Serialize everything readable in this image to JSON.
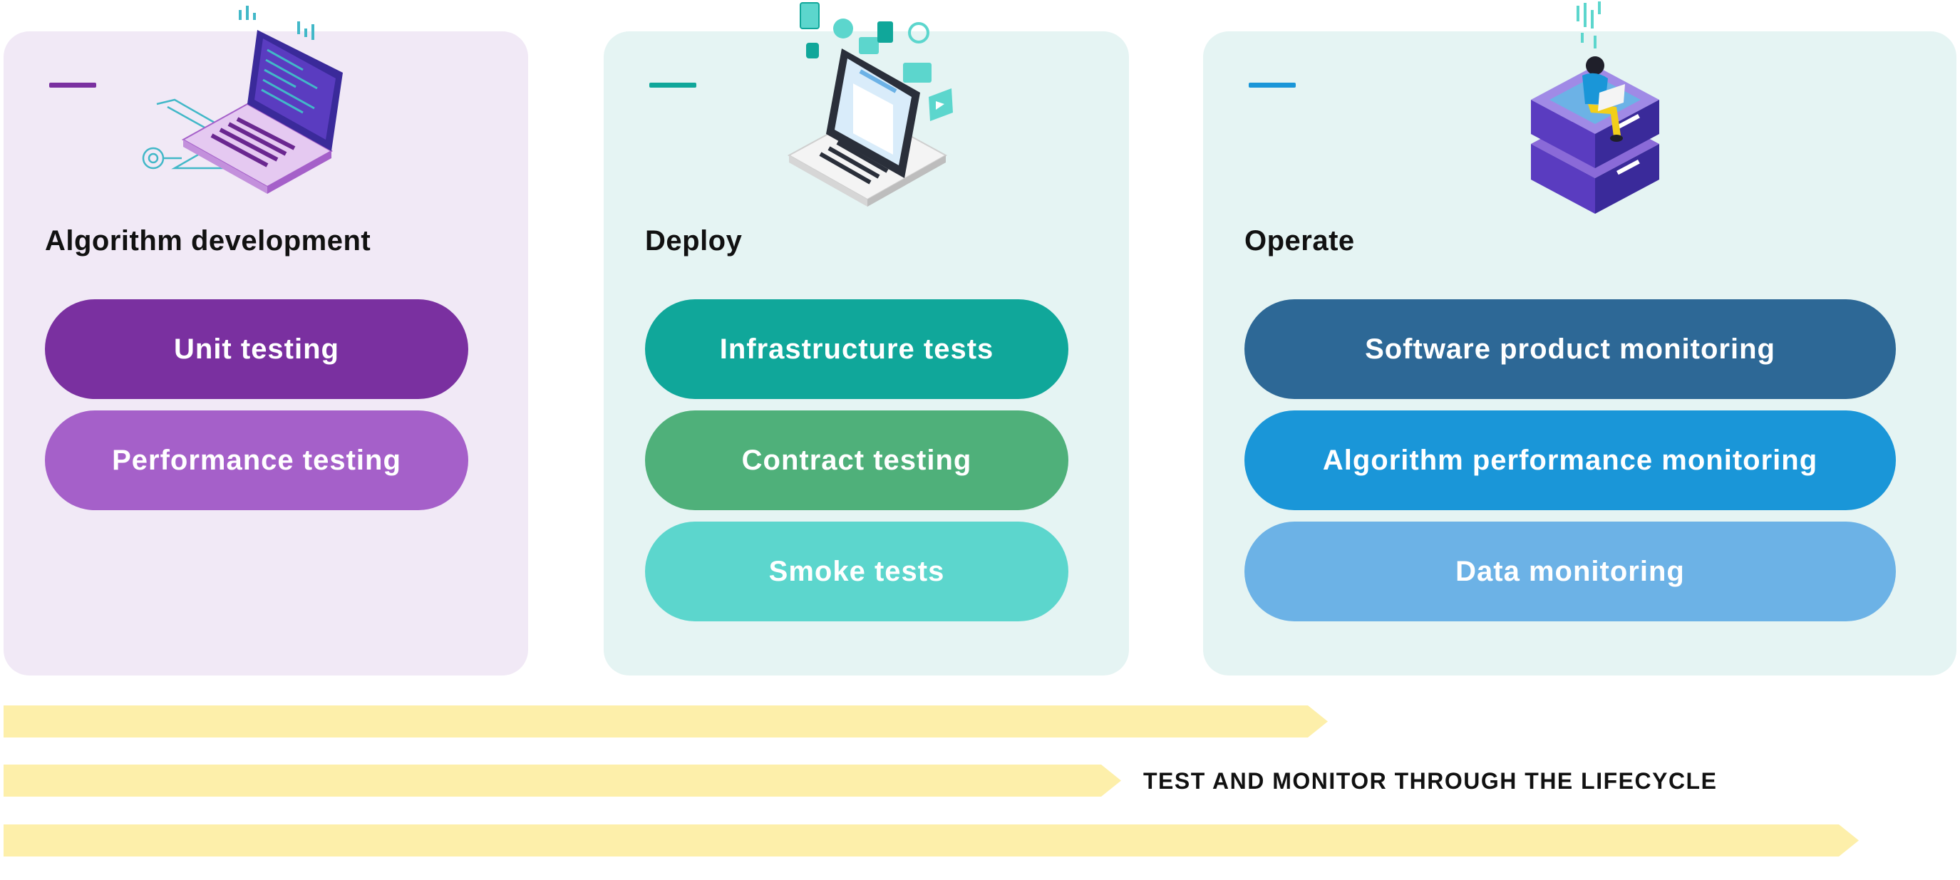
{
  "stages": [
    {
      "title": "Algorithm development",
      "illustration": "laptop-code-icon",
      "accent": "#7a30a0",
      "items": [
        {
          "label": "Unit testing",
          "color": "#7a30a0"
        },
        {
          "label": "Performance testing",
          "color": "#a560c9"
        }
      ]
    },
    {
      "title": "Deploy",
      "illustration": "laptop-cloud-icon",
      "accent": "#10a79a",
      "items": [
        {
          "label": "Infrastructure tests",
          "color": "#10a79a"
        },
        {
          "label": "Contract testing",
          "color": "#4fb07a"
        },
        {
          "label": "Smoke tests",
          "color": "#5cd6cd"
        }
      ]
    },
    {
      "title": "Operate",
      "illustration": "server-person-icon",
      "accent": "#1a96d8",
      "items": [
        {
          "label": "Software product monitoring",
          "color": "#2d6896"
        },
        {
          "label": "Algorithm performance monitoring",
          "color": "#1a96d8"
        },
        {
          "label": "Data monitoring",
          "color": "#6cb2e6"
        }
      ]
    }
  ],
  "lifecycle": {
    "label": "TEST AND MONITOR THROUGH THE LIFECYCLE",
    "arrow_color": "#fdefaa"
  }
}
